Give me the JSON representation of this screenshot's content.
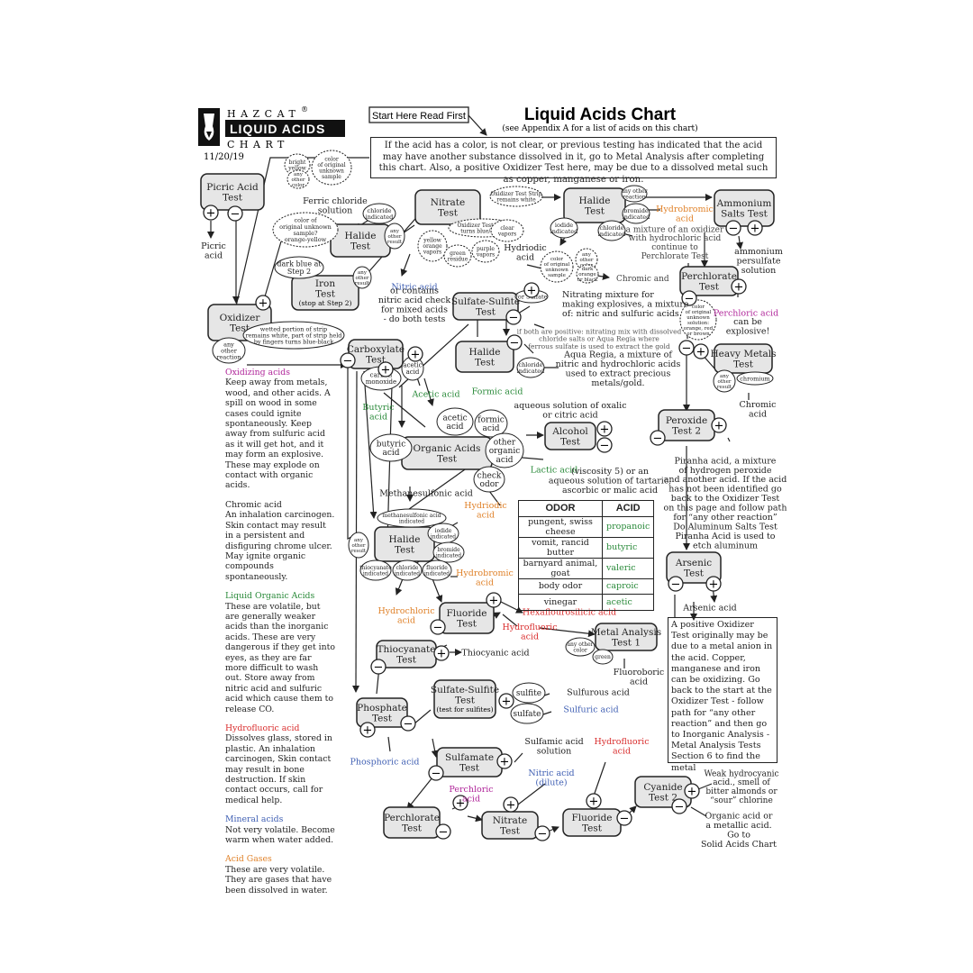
{
  "header": {
    "brand_top": "HAZCAT",
    "brand_reg": "®",
    "brand_main": "LIQUID ACIDS",
    "brand_bottom": "CHART",
    "date": "11/20/19",
    "start_here": "Start Here Read First",
    "title": "Liquid Acids Chart",
    "subtitle": "(see Appendix A for a list of acids on this chart)"
  },
  "intro_text": "If the acid has a color, is not clear, or previous testing has indicated that the acid may have another substance dissolved in it, go to Metal Analysis after completing this chart. Also, a positive Oxidizer Test here, may be due to a dissolved metal such as copper, manganese or iron.",
  "sidebar": [
    {
      "heading": "Oxidizing acids",
      "color": "#b0269a",
      "body": "Keep away from metals, wood, and other acids. A spill on wood in some cases could ignite spontaneously. Keep away from sulfuric acid as it will get hot, and it may form an explosive. These may explode on contact with organic acids."
    },
    {
      "heading": "Chromic acid",
      "color": "#222222",
      "body": "An inhalation carcinogen. Skin contact may result in a persistent and disfiguring chrome ulcer. May ignite organic compounds spontaneously."
    },
    {
      "heading": "Liquid Organic Acids",
      "color": "#2a8a3a",
      "body": "These are volatile, but are generally weaker acids than the inorganic acids. These are very dangerous if they get into eyes, as they are far more difficult to wash out. Store away from nitric acid and sulfuric acid which cause them to release CO."
    },
    {
      "heading": "Hydrofluoric acid",
      "color": "#d92d2d",
      "body": "Dissolves glass, stored in plastic. An inhalation carcinogen, Skin contact may result in bone destruction. If skin contact occurs, call for medical help."
    },
    {
      "heading": "Mineral acids",
      "color": "#3f5fb3",
      "body": "Not very volatile. Become warm when water added."
    },
    {
      "heading": "Acid Gases",
      "color": "#e0822a",
      "body": "These are very volatile. They are gases that have been dissolved in water."
    }
  ],
  "odor_table": {
    "headers": [
      "ODOR",
      "ACID"
    ],
    "rows": [
      [
        "pungent, swiss cheese",
        "propanoic"
      ],
      [
        "vomit, rancid butter",
        "butyric"
      ],
      [
        "barnyard animal, goat",
        "valeric"
      ],
      [
        "body odor",
        "caproic"
      ],
      [
        "vinegar",
        "acetic"
      ]
    ]
  },
  "metal_note": "A positive Oxidizer Test originally may be due to a metal anion in the acid. Copper, manganese and iron can be oxidizing. Go back to the start at the Oxidizer Test - follow path for “any other reaction” and then go to Inorganic Analysis - Metal Analysis Tests Section 6 to find the metal",
  "tests": {
    "picric": [
      "Picric Acid",
      "Test"
    ],
    "oxidizer": [
      "Oxidizer",
      "Test"
    ],
    "iron": [
      "Iron",
      "Test",
      "(stop at Step 2)"
    ],
    "halide1": [
      "Halide",
      "Test"
    ],
    "nitrate1": [
      "Nitrate",
      "Test"
    ],
    "halide2": [
      "Halide",
      "Test"
    ],
    "ammonium": [
      "Ammonium",
      "Salts Test"
    ],
    "perchlorate1": [
      "Perchlorate",
      "Test"
    ],
    "heavy": [
      "Heavy Metals",
      "Test"
    ],
    "sulfate1": [
      "Sulfate-Sulfite",
      "Test"
    ],
    "halide3": [
      "Halide",
      "Test"
    ],
    "carboxylate": [
      "Carboxylate",
      "Test"
    ],
    "organic": [
      "Organic Acids",
      "Test"
    ],
    "alcohol": [
      "Alcohol",
      "Test"
    ],
    "peroxide": [
      "Peroxide",
      "Test 2"
    ],
    "arsenic": [
      "Arsenic",
      "Test"
    ],
    "halide4": [
      "Halide",
      "Test"
    ],
    "fluoride1": [
      "Fluoride",
      "Test"
    ],
    "metal": [
      "Metal Analysis",
      "Test 1"
    ],
    "thiocyanate": [
      "Thiocyanate",
      "Test"
    ],
    "phosphate": [
      "Phosphate",
      "Test"
    ],
    "sulfate2": [
      "Sulfate-Sulfite",
      "Test",
      "(test for sulfites)"
    ],
    "sulfamate": [
      "Sulfamate",
      "Test"
    ],
    "perchlorate2": [
      "Perchlorate",
      "Test"
    ],
    "nitrate2": [
      "Nitrate",
      "Test"
    ],
    "fluoride2": [
      "Fluoride",
      "Test"
    ],
    "cyanide": [
      "Cyanide",
      "Test 2"
    ]
  },
  "small_ovals": {
    "bright_yellow": [
      "bright",
      "yellow"
    ],
    "color_orig": [
      "color",
      "of original",
      "unknown",
      "sample"
    ],
    "any_other_color": [
      "any",
      "other",
      "color"
    ],
    "chloride_ind": [
      "chloride",
      "indicated"
    ],
    "any_other_result": [
      "any",
      "other",
      "result"
    ],
    "color_orange": [
      "color of",
      "original unknown",
      "sample?",
      "orange-yellow"
    ],
    "dark_blue": [
      "dark blue at",
      "Step 2"
    ],
    "any_other_result2": [
      "any",
      "other",
      "result"
    ],
    "wetted": [
      "wetted portion of strip",
      "remains white, part of strip held",
      "by fingers turns blue-black"
    ],
    "any_other_reaction": [
      "any",
      "other",
      "reaction"
    ],
    "ox_strip_white": [
      "Oxidizer Test Strip",
      "remains white"
    ],
    "ox_strip_blue": [
      "Oxidizer Test Strip",
      "turns blue/black"
    ],
    "yellow_orange": [
      "yellow",
      "orange",
      "vapors"
    ],
    "green_residue": [
      "green",
      "residue"
    ],
    "purple_vapors": [
      "purple",
      "vapors"
    ],
    "clear_vapors": [
      "clear",
      "vapors"
    ],
    "color_orig2": [
      "color",
      "of original",
      "unknown",
      "sample"
    ],
    "any_other_color2": [
      "any",
      "other",
      "color"
    ],
    "dark_orange": [
      "dark",
      "orange",
      "or black"
    ],
    "iodide_ind": [
      "iodide",
      "indicated"
    ],
    "bromide_ind": [
      "bromide",
      "indicated"
    ],
    "chloride_ind2": [
      "chloride",
      "indicated"
    ],
    "any_other_reaction2": [
      "any other",
      "reaction"
    ],
    "color_orig3": [
      "color",
      "of original",
      "unknown",
      "solution:",
      "orange, red",
      "or brown"
    ],
    "any_other_result3": [
      "any",
      "other",
      "result"
    ],
    "chromium": [
      "chromium"
    ],
    "for_sulfate": [
      "for Sulfate"
    ],
    "chloride_ind3": [
      "chloride",
      "indicated"
    ],
    "acetic_acid_ov": [
      "acetic",
      "acid"
    ],
    "carbon_monoxide": [
      "carbon",
      "monoxide"
    ],
    "acetic": [
      "acetic",
      "acid"
    ],
    "formic": [
      "formic",
      "acid"
    ],
    "butyric": [
      "butyric",
      "acid"
    ],
    "other_organic": [
      "other",
      "organic",
      "acid"
    ],
    "check_odor": [
      "check",
      "odor"
    ],
    "msa_ind": [
      "methanesulfonic acid",
      "indicated"
    ],
    "iodide_ind2": [
      "iodide",
      "indicated"
    ],
    "bromide_ind2": [
      "bromide",
      "indicated"
    ],
    "thiocyanate_ind": [
      "thiocyanate",
      "indicated"
    ],
    "chloride_ind4": [
      "chloride",
      "indicated"
    ],
    "fluoride_ind": [
      "fluoride",
      "indicated"
    ],
    "any_other_result4": [
      "any",
      "other",
      "result"
    ],
    "any_other_color3": [
      "any other",
      "color"
    ],
    "green": [
      "green"
    ],
    "sulfite": [
      "sulfite"
    ],
    "sulfate": [
      "sulfate"
    ]
  },
  "labels": {
    "picric_acid": [
      "Picric",
      "acid"
    ],
    "ferric": [
      "Ferric chloride",
      "solution"
    ],
    "nitric_contains": [
      "or contains",
      "nitric acid check",
      "for mixed acids",
      "- do both tests"
    ],
    "nitric_acid": "Nitric acid",
    "hydriodic": [
      "Hydriodic",
      "acid"
    ],
    "chromic_and": "Chromic and",
    "hydrobromic1": [
      "Hydrobromic",
      "acid"
    ],
    "mixture_oxidizer": [
      "a mixture of an oxidizer",
      "with hydrochloric acid",
      "continue to",
      "Perchlorate Test"
    ],
    "ammonium_persulfate": [
      "ammonium",
      "persulfate",
      "solution"
    ],
    "perchloric1": "Perchloric acid",
    "can_explode": [
      "can be",
      "explosive!"
    ],
    "nitrating": [
      "Nitrating mixture for",
      "making explosives, a mixture",
      "of: nitric and sulfuric acids"
    ],
    "both_positive": [
      "if both are positive: nitrating mix with dissolved",
      "chloride salts or Aqua Regia where",
      "ferrous sulfate is used to extract the gold"
    ],
    "aqua_regia": [
      "Aqua Regia, a mixture of",
      "nitric and hydrochloric acids",
      "used to extract precious",
      "metals/gold."
    ],
    "chromic_acid": [
      "Chromic",
      "acid"
    ],
    "acetic_acid": "Acetic acid",
    "formic_acid": "Formic acid",
    "butyric_acid": [
      "Butyric",
      "acid"
    ],
    "aqueous_oxalic": [
      "aqueous solution of oxalic",
      "or citric acid"
    ],
    "lactic_acid": "Lactic acid",
    "lactic_rest": [
      "(viscosity 5) or an",
      "aqueous solution of tartaric,",
      "ascorbic or malic acid"
    ],
    "piranha": [
      "Piranha acid, a mixture",
      "of hydrogen peroxide",
      "and another acid. If the acid",
      "has not been identified go",
      "back to the Oxidizer Test",
      "on this page and follow path",
      "for “any other reaction”",
      "Do Aluminum Salts Test",
      "Piranha Acid is used to",
      "etch aluminum"
    ],
    "methanesulfonic": "Methanesulfonic acid",
    "hydriodic2": [
      "Hydriodic",
      "acid"
    ],
    "hydrobromic2": [
      "Hydrobromic",
      "acid"
    ],
    "hydrochloric": [
      "Hydrochloric",
      "acid"
    ],
    "hexafluoro": "Hexaflourosilicic acid",
    "hydrofluoric1": [
      "Hydrofluoric",
      "acid"
    ],
    "fluoroboric": [
      "Fluoroboric",
      "acid"
    ],
    "thiocyanic": "Thiocyanic acid",
    "arsenic_acid": "Arsenic acid",
    "sulfurous": "Sulfurous acid",
    "sulfuric": "Sulfuric acid",
    "phosphoric": "Phosphoric acid",
    "sulfamic": [
      "Sulfamic acid",
      "solution"
    ],
    "hydrofluoric2": [
      "Hydrofluoric",
      "acid"
    ],
    "nitric_dilute": [
      "Nitric acid",
      "(dilute)"
    ],
    "perchloric2": [
      "Perchloric",
      "acid"
    ],
    "weak_hcn": [
      "Weak hydrocyanic",
      "acid., smell of",
      "bitter almonds or",
      "“sour” chlorine"
    ],
    "organic_or_metallic": [
      "Organic acid or",
      "a metallic acid.",
      "Go to",
      "Solid Acids Chart"
    ]
  },
  "signs": {
    "plus": "+",
    "minus": "−"
  },
  "colors": {
    "box_fill": "#e6e6e6",
    "stroke": "#222222",
    "magenta": "#b0269a",
    "green": "#2a8a3a",
    "blue": "#3f5fb3",
    "red": "#d92d2d",
    "orange": "#e0822a"
  }
}
